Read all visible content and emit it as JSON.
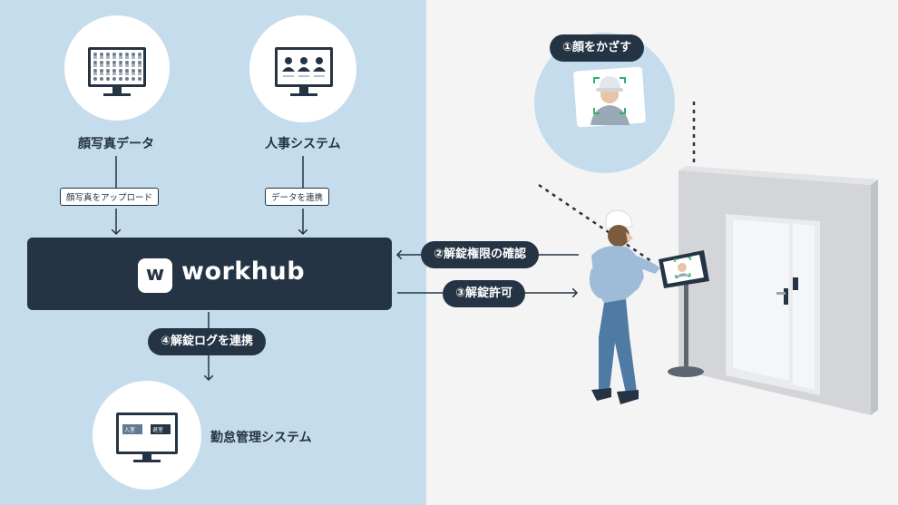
{
  "nodes": {
    "face_photo_data": "顔写真データ",
    "hr_system": "人事システム",
    "attendance_system": "勤怠管理システム"
  },
  "edges": {
    "upload_faces": "顔写真をアップロード",
    "sync_data": "データを連携"
  },
  "platform": {
    "logo_letter": "w",
    "name": "workhub"
  },
  "steps": {
    "step1": "①顔をかざす",
    "step2": "②解錠権限の確認",
    "step3": "③解錠許可",
    "step4": "④解錠ログを連携"
  },
  "attendance_screen": {
    "btn_in": "入室",
    "btn_out": "退室"
  },
  "colors": {
    "navy": "#253444",
    "panel_blue": "#c5dcec",
    "right_bg": "#f4f4f4",
    "face_frame": "#2fb36b"
  }
}
